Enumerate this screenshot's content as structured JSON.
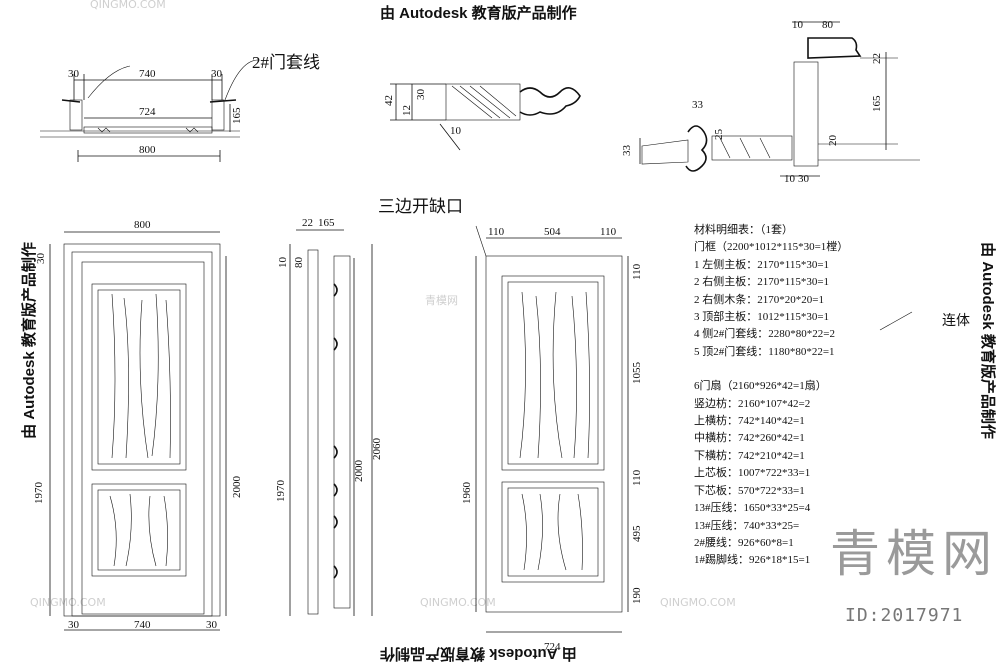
{
  "banners": {
    "top": "由 Autodesk 教育版产品制作",
    "bottom": "由 Autodesk 教育版产品制作",
    "left": "由 Autodesk 教育版产品制作",
    "right": "由 Autodesk 教育版产品制作"
  },
  "callouts": {
    "casing_line": "2#门套线",
    "three_side_notch": "三边开缺口",
    "connected": "连体"
  },
  "dimensions": {
    "top_plan": [
      "30",
      "740",
      "30",
      "724",
      "800",
      "165"
    ],
    "top_middle": [
      "42",
      "12",
      "30",
      "10"
    ],
    "top_right": [
      "10",
      "80",
      "22",
      "165",
      "20",
      "33",
      "25",
      "33",
      "10",
      "30"
    ],
    "frame_elevation": [
      "800",
      "30",
      "1970",
      "2000",
      "30",
      "740",
      "30"
    ],
    "side_section": [
      "22",
      "165",
      "10",
      "80",
      "1970",
      "2000",
      "2060"
    ],
    "leaf_elevation": [
      "110",
      "504",
      "110",
      "110",
      "1055",
      "110",
      "495",
      "190",
      "1960",
      "724"
    ]
  },
  "materials": {
    "title": "材料明细表：（1套）",
    "frame_header": "门框（2200*1012*115*30=1樘）",
    "frame_items": [
      "1 左侧主板：2170*115*30=1",
      "2 右侧主板：2170*115*30=1",
      "2 右侧木条：2170*20*20=1",
      "3 顶部主板：1012*115*30=1",
      "4 侧2#门套线：2280*80*22=2",
      "5 顶2#门套线：1180*80*22=1"
    ],
    "leaf_header": "6门扇（2160*926*42=1扇）",
    "leaf_items": [
      "竖边枋：2160*107*42=2",
      "上横枋：742*140*42=1",
      "中横枋：742*260*42=1",
      "下横枋：742*210*42=1",
      "上芯板：1007*722*33=1",
      "下芯板：570*722*33=1",
      "13#压线：1650*33*25=4",
      "13#压线：740*33*25=",
      "2#腰线：926*60*8=1",
      "1#踢脚线：926*18*15=1"
    ]
  },
  "watermark": "青模网",
  "id_tag": "ID:2017971",
  "faint_marks": [
    "QINGMO.COM",
    "青模网"
  ]
}
